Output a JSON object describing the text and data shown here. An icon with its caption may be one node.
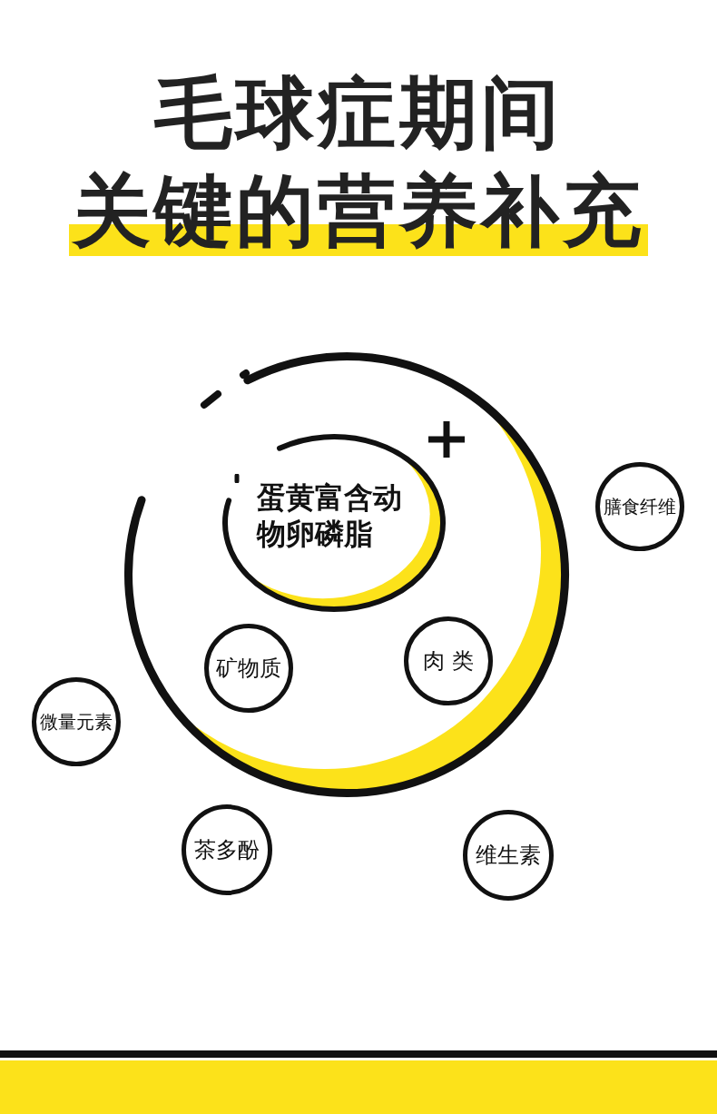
{
  "diagram": {
    "title": "毛球症期间关键的营养补充",
    "nodes": [
      {
        "text": [],
        "shape": "circle"
      },
      {
        "text": [
          "蛋黄富含动物卵磷脂"
        ],
        "in": 0
      },
      {
        "text": [
          "矿物质"
        ],
        "in": 0
      },
      {
        "text": [
          "肉 类"
        ],
        "in": 0
      },
      {
        "text": [
          "膳食纤维"
        ]
      },
      {
        "text": [
          "微量元素"
        ]
      },
      {
        "text": [
          "茶多酚"
        ]
      },
      {
        "text": [
          "维生素"
        ]
      }
    ]
  }
}
